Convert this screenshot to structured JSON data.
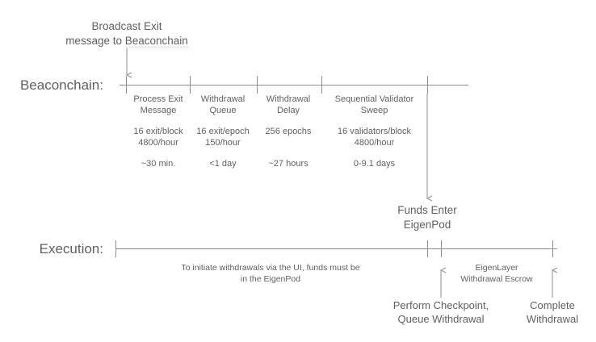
{
  "diagram": {
    "title_caption": "Broadcast Exit\nmessage to ",
    "caption_spellchecked_word": "Beaconchain",
    "rows": {
      "beaconchain_label": "Beaconchain:",
      "execution_label": "Execution:"
    },
    "beaconchain_phases": [
      {
        "name": "Process Exit\nMessage",
        "rate": "16 exit/block\n4800/hour",
        "duration": "~30 min."
      },
      {
        "name": "Withdrawal\nQueue",
        "rate": "16 exit/epoch\n150/hour",
        "duration": "<1 day"
      },
      {
        "name": "Withdrawal\nDelay",
        "rate": "256 epochs",
        "duration": "~27 hours"
      },
      {
        "name": "Sequential Validator\nSweep",
        "rate": "16 validators/block\n4800/hour",
        "duration": "0-9.1 days"
      }
    ],
    "funds_enter_node": "Funds Enter\nEigenPod",
    "execution_note": "To initiate withdrawals via the UI, funds must be\nin the EigenPod",
    "escrow_note": "EigenLayer\nWithdrawal Escrow",
    "bottom_labels": [
      "Perform Checkpoint,\nQueue Withdrawal",
      "Complete\nWithdrawal"
    ],
    "colors": {
      "text": "#5f5f5f",
      "line": "#8c8c8c",
      "spellcheck": "#e06c5e",
      "background": "#ffffff"
    }
  }
}
